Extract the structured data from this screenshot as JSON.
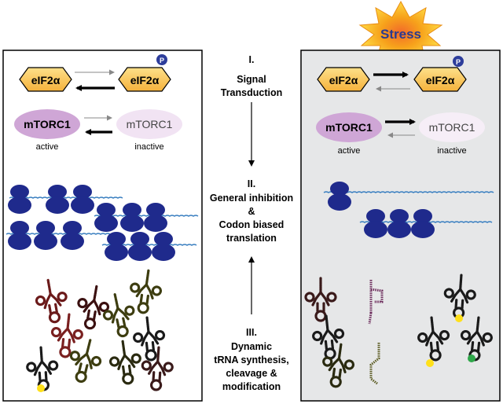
{
  "stress": {
    "label": "Stress"
  },
  "center": {
    "step1": {
      "line1": "I.",
      "line2": "Signal",
      "line3": "Transduction"
    },
    "step2": {
      "line1": "II.",
      "line2": "General inhibition",
      "line3": "&",
      "line4": "Codon biased",
      "line5": "translation"
    },
    "step3": {
      "line1": "III.",
      "line2": "Dynamic",
      "line3": "tRNA synthesis,",
      "line4": "cleavage &",
      "line5": "modification"
    }
  },
  "left_panel": {
    "eif_a": "eIF2α",
    "eif_b": "eIF2α",
    "phospho": "P",
    "mtorc_active": "mTORC1",
    "mtorc_inactive": "mTORC1",
    "active_label": "active",
    "inactive_label": "inactive"
  },
  "right_panel": {
    "eif_a": "eIF2α",
    "eif_b": "eIF2α",
    "phospho": "P",
    "mtorc_active": "mTORC1",
    "mtorc_inactive": "mTORC1",
    "active_label": "active",
    "inactive_label": "inactive"
  },
  "colors": {
    "hexagon_top": "#fde08a",
    "hexagon_bottom": "#f5b23c",
    "mtorc_active": "#cfa6d6",
    "mtorc_inactive": "#f1e3f3",
    "ribosome": "#1f2a8c",
    "mrna": "#3a7fc0",
    "right_panel_bg": "#e6e7e8",
    "phospho": "#2d3d9b",
    "stress_burst": "#f7a21b",
    "stress_text": "#2b3a8f"
  }
}
